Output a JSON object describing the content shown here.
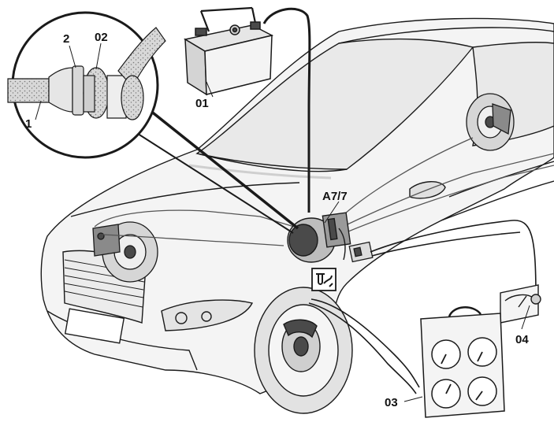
{
  "labels": {
    "detail_1": "1",
    "detail_2": "2",
    "detail_02": "02",
    "battery": "01",
    "module": "A7/7",
    "tester": "03",
    "gauge": "04"
  },
  "colors": {
    "line": "#1a1a1a",
    "body_fill": "#f4f4f4",
    "shade": "#cfcfcf",
    "dark": "#4a4a4a",
    "hose_hatch": "#7a7a7a"
  },
  "icons": {
    "service_symbol": "wrench-plug-icon"
  }
}
